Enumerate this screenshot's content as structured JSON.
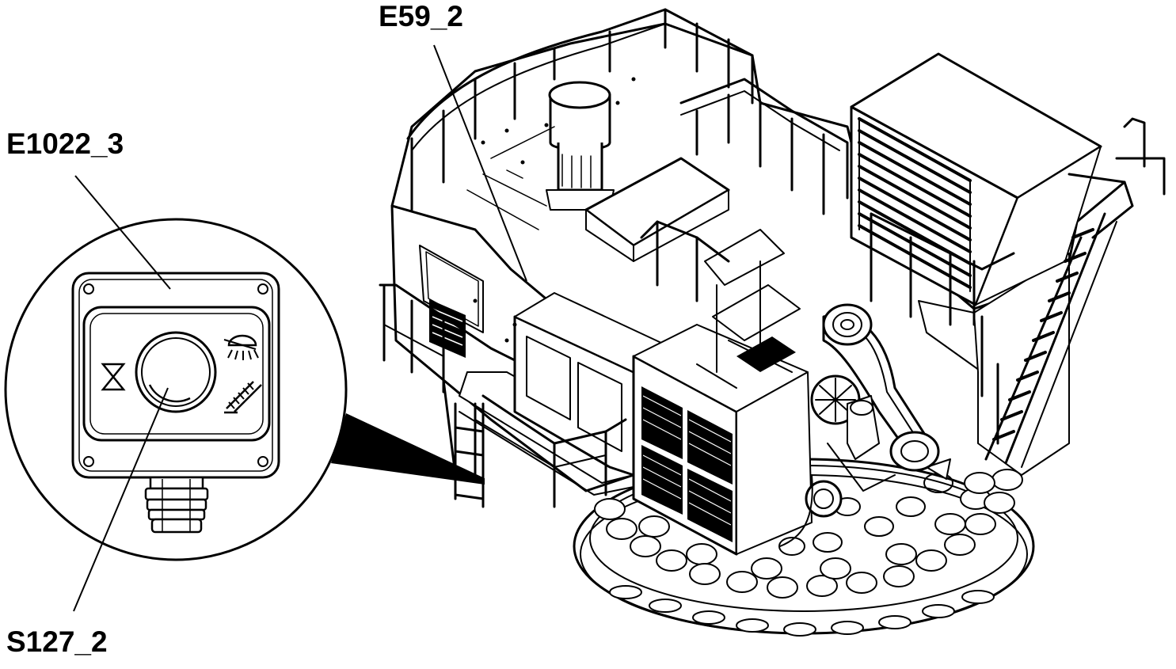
{
  "callouts": {
    "e59": "E59_2",
    "e1022": "E1022_3",
    "s127": "S127_2"
  },
  "colors": {
    "line": "#000000",
    "background": "#ffffff"
  },
  "icons": [
    "hourglass-icon",
    "lamp-icon",
    "ladder-icon"
  ]
}
